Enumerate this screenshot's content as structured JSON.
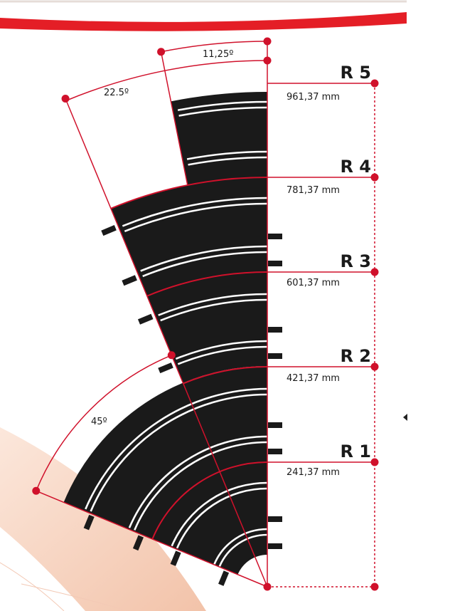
{
  "radii": [
    {
      "label": "R 1",
      "value": "241,37 mm"
    },
    {
      "label": "R 2",
      "value": "421,37 mm"
    },
    {
      "label": "R 3",
      "value": "601,37 mm"
    },
    {
      "label": "R 4",
      "value": "781,37 mm"
    },
    {
      "label": "R 5",
      "value": "961,37 mm"
    }
  ],
  "angles": {
    "small": "11,25º",
    "medium": "22.5º",
    "large": "45º"
  },
  "colors": {
    "accent": "#d0112b",
    "track": "#1a1a1a",
    "background_swoosh": "#f2c4a8"
  }
}
